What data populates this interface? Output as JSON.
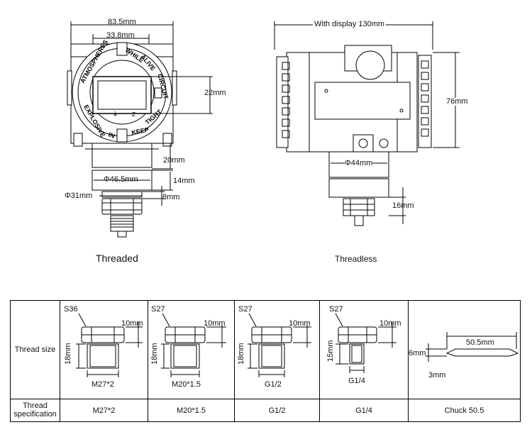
{
  "front": {
    "dims": {
      "width": "83.5mm",
      "display_width": "33.8mm",
      "display_height": "22mm",
      "neck_height": "20mm",
      "collar_diameter": "Φ46.5mm",
      "collar_height": "14mm",
      "base_diameter": "Φ31mm",
      "base_height": "8mm"
    },
    "ring_text": "ATMOSPHERES",
    "ring_text2": "WHILE",
    "ring_text3": "CIRCUIT",
    "ring_text4": "ALIVE",
    "ring_text5": "KEEP",
    "ring_text6": "TIGHT",
    "ring_text7": "IN",
    "ring_text8": "EXPLOSIVE",
    "caption": "Threaded"
  },
  "side": {
    "dims": {
      "width_with_display": "With display 130mm",
      "height": "76mm",
      "collar_diameter": "Φ44mm",
      "base_height": "16mm"
    },
    "caption": "Threadless"
  },
  "table": {
    "row1_label": "Thread size",
    "row2_label_line1": "Thread",
    "row2_label_line2": "specification",
    "cells": [
      {
        "hex": "S36",
        "nut": "10mm",
        "height": "18mm",
        "thread": "M27*2",
        "spec": "M27*2"
      },
      {
        "hex": "S27",
        "nut": "10mm",
        "height": "18mm",
        "thread": "M20*1.5",
        "spec": "M20*1.5"
      },
      {
        "hex": "S27",
        "nut": "10mm",
        "height": "18mm",
        "thread": "G1/2",
        "spec": "G1/2"
      },
      {
        "hex": "S27",
        "nut": "10mm",
        "height": "15mm",
        "thread": "G1/4",
        "spec": "G1/4"
      }
    ],
    "chuck": {
      "width": "50.5mm",
      "height": "6mm",
      "thickness": "3mm",
      "spec": "Chuck 50.5"
    }
  }
}
